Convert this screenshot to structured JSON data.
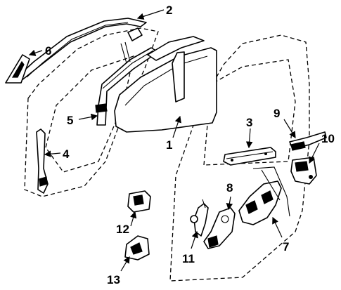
{
  "callouts": {
    "c1": "1",
    "c2": "2",
    "c3": "3",
    "c4": "4",
    "c5": "5",
    "c6": "6",
    "c7": "7",
    "c8": "8",
    "c9": "9",
    "c10": "10",
    "c11": "11",
    "c12": "12",
    "c13": "13"
  },
  "colors": {
    "ink": "#000000",
    "paper": "#ffffff"
  }
}
